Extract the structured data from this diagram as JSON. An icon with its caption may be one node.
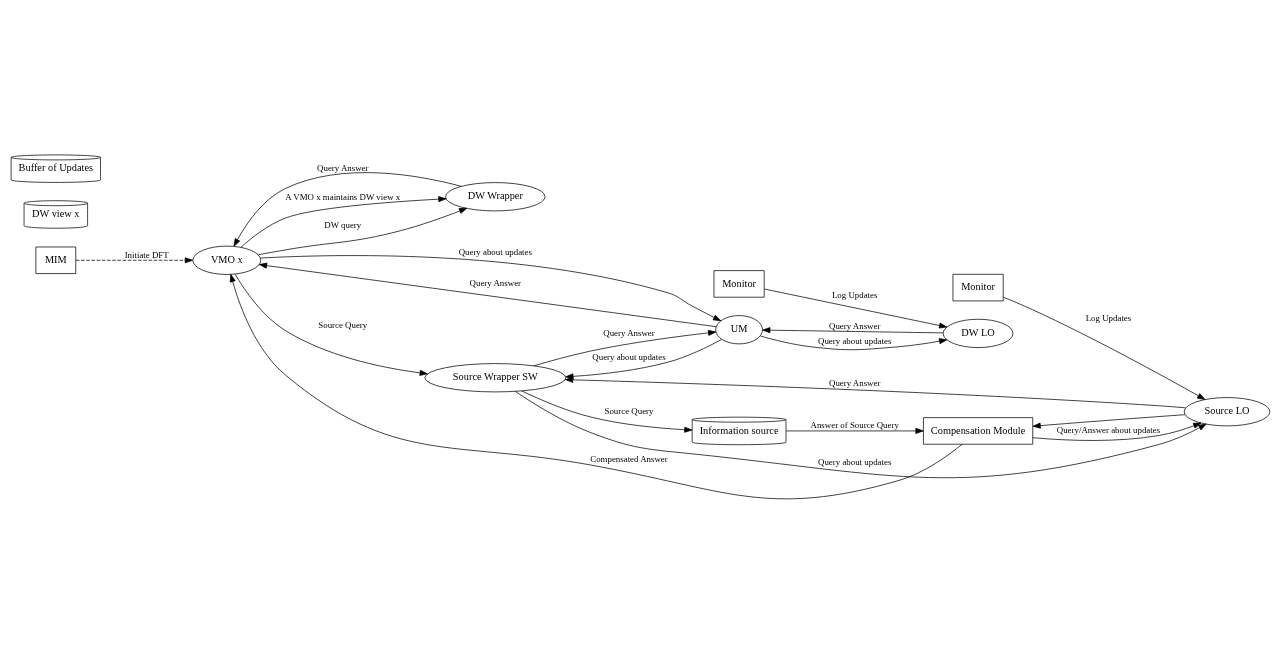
{
  "diagram": {
    "nodes": [
      {
        "text": [
          "MIM"
        ]
      },
      {
        "text": [
          "Information source"
        ]
      },
      {
        "text": [
          "Monitor"
        ]
      },
      {
        "text": [
          "DW Wrapper"
        ]
      },
      {
        "text": [
          "VMO x"
        ]
      },
      {
        "text": [
          "Source Wrapper SW"
        ]
      },
      {
        "text": [
          "Compensation Module"
        ]
      },
      {
        "text": [
          "Source LO"
        ]
      },
      {
        "text": [
          "DW view x"
        ]
      },
      {
        "text": [
          "Monitor"
        ]
      },
      {
        "text": [
          "DW LO"
        ]
      },
      {
        "text": [
          "UM"
        ]
      },
      {
        "text": [
          "Buffer of Updates"
        ]
      }
    ],
    "edges": [
      {
        "from": 4,
        "to": 3,
        "arrow": "to",
        "label": "A VMO x maintains DW view x"
      },
      {
        "from": 0,
        "to": 4,
        "arrow": "to",
        "label": "Initiate DFT",
        "style": "dashed"
      },
      {
        "from": 4,
        "to": 3,
        "arrow": "to",
        "label": "DW query"
      },
      {
        "from": 3,
        "to": 4,
        "arrow": "to",
        "label": "Query Answer"
      },
      {
        "from": 4,
        "to": 5,
        "arrow": "to",
        "label": "Source Query"
      },
      {
        "from": 6,
        "to": 4,
        "arrow": "to",
        "label": "Compensated Answer"
      },
      {
        "from": 5,
        "to": 1,
        "arrow": "to",
        "label": "Source Query"
      },
      {
        "from": 1,
        "to": 6,
        "arrow": "to",
        "label": "Answer of Source Query"
      },
      {
        "from": 2,
        "to": 7,
        "arrow": "to",
        "label": "Log Updates"
      },
      {
        "from": 6,
        "to": 7,
        "arrow": "to",
        "label": "Query/Answer about updates"
      },
      {
        "from": 7,
        "to": 6,
        "arrow": "to"
      },
      {
        "from": 4,
        "to": 11,
        "arrow": "to",
        "label": "Query about updates"
      },
      {
        "from": 11,
        "to": 4,
        "arrow": "to",
        "label": "Query Answer"
      },
      {
        "from": 9,
        "to": 10,
        "arrow": "to",
        "label": "Log Updates"
      },
      {
        "from": 10,
        "to": 11,
        "arrow": "to",
        "label": "Query Answer"
      },
      {
        "from": 11,
        "to": 10,
        "arrow": "to",
        "label": "Query about updates"
      },
      {
        "from": 11,
        "to": 5,
        "arrow": "to",
        "label": "Query about updates"
      },
      {
        "from": 5,
        "to": 11,
        "arrow": "to",
        "label": "Query Answer"
      },
      {
        "from": 5,
        "to": 7,
        "arrow": "to",
        "label": "Query about updates"
      },
      {
        "from": 7,
        "to": 5,
        "arrow": "to",
        "label": "Query Answer"
      }
    ]
  }
}
